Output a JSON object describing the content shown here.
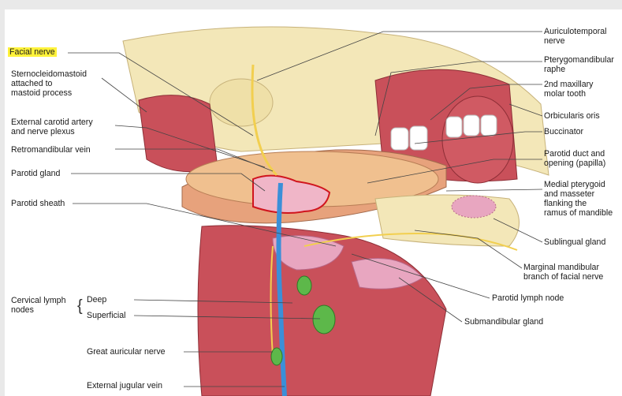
{
  "colors": {
    "highlight": "#fff23a",
    "outline": "#d0151e",
    "bone": "#f3e7b8",
    "muscle": "#c9505a",
    "gland": "#e8a6c0",
    "nerve": "#f2cf4f",
    "vein": "#3b8fd8",
    "lymph_node": "#5db84a"
  },
  "labels_left": {
    "facial_nerve": "Facial nerve",
    "sternocleidomastoid": "Sternocleidomastoid\nattached to\nmastoid process",
    "external_carotid": "External carotid artery\nand nerve plexus",
    "retromandibular_vein": "Retromandibular vein",
    "parotid_gland": "Parotid gland",
    "parotid_sheath": "Parotid sheath",
    "cervical_lymph_nodes": "Cervical lymph\nnodes",
    "deep": "Deep",
    "superficial": "Superficial",
    "great_auricular_nerve": "Great auricular nerve",
    "external_jugular_vein": "External jugular vein"
  },
  "labels_right": {
    "auriculotemporal_nerve": "Auriculotemporal\nnerve",
    "pterygomandibular_raphe": "Pterygomandibular\nraphe",
    "second_maxillary_molar": "2nd maxillary\nmolar tooth",
    "orbicularis_oris": "Orbicularis oris",
    "buccinator": "Buccinator",
    "parotid_duct": "Parotid duct and\nopening (papilla)",
    "medial_pterygoid": "Medial pterygoid\nand masseter\nflanking the\nramus of mandible",
    "sublingual_gland": "Sublingual gland",
    "marginal_mandibular": "Marginal mandibular\nbranch of facial nerve",
    "parotid_lymph_node": "Parotid lymph node",
    "submandibular_gland": "Submandibular gland"
  }
}
